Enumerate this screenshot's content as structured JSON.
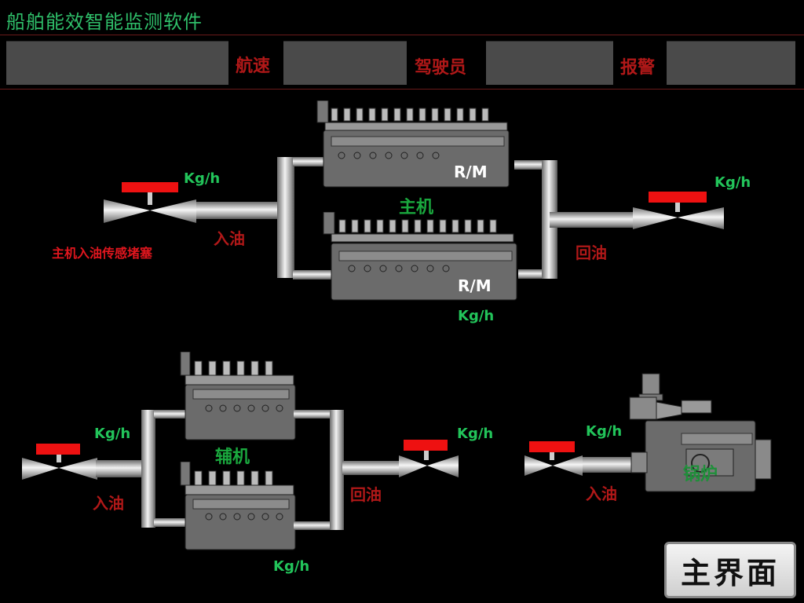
{
  "app": {
    "title": "船舶能效智能监测软件"
  },
  "header": {
    "speed_label": "航速",
    "driver_label": "驾驶员",
    "alarm_label": "报警",
    "field1_value": "",
    "speed_value": "",
    "driver_value": "",
    "alarm_value": ""
  },
  "main_engine": {
    "name": "主机",
    "rm_top": "R/M",
    "rm_bottom": "R/M",
    "inlet_label": "入油",
    "return_label": "回油",
    "inlet_flow_unit": "Kg/h",
    "return_flow_unit": "Kg/h",
    "engine_flow_unit": "Kg/h",
    "alarm_text": "主机入油传感堵塞"
  },
  "aux_engine": {
    "name": "辅机",
    "inlet_label": "入油",
    "return_label": "回油",
    "inlet_flow_unit": "Kg/h",
    "return_flow_unit": "Kg/h",
    "engine_flow_unit": "Kg/h"
  },
  "boiler": {
    "name": "锅炉",
    "inlet_label": "入油",
    "inlet_flow_unit": "Kg/h"
  },
  "nav": {
    "main_screen_button": "主界面"
  },
  "colors": {
    "title_green": "#2fbf6a",
    "label_red": "#b01818",
    "flow_green": "#22c45a",
    "valve_handle": "#ee1111",
    "panel_gray": "#4a4a4a"
  }
}
